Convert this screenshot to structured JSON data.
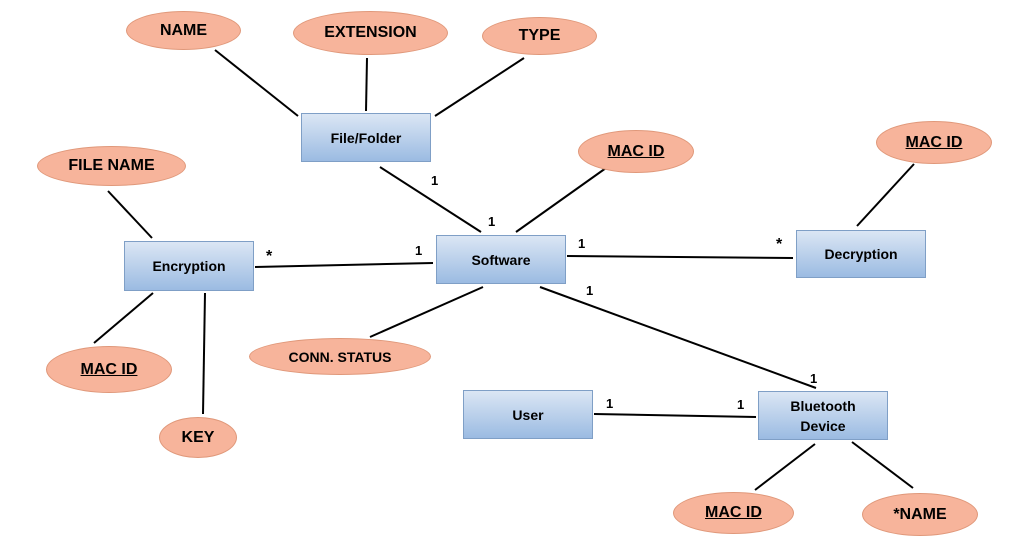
{
  "entities": {
    "file_folder": "File/Folder",
    "software": "Software",
    "encryption": "Encryption",
    "decryption": "Decryption",
    "user": "User",
    "bluetooth_line1": "Bluetooth",
    "bluetooth_line2": "Device"
  },
  "attributes": {
    "name": "NAME",
    "extension": "EXTENSION",
    "type": "TYPE",
    "file_name": "FILE NAME",
    "mac_id_software": "MAC ID",
    "mac_id_decryption": "MAC ID",
    "mac_id_encryption": "MAC ID",
    "key": "KEY",
    "conn_status": "CONN. STATUS",
    "mac_id_bluetooth": "MAC ID",
    "star_name": "*NAME"
  },
  "cardinalities": {
    "file_folder_software_a": "1",
    "file_folder_software_b": "1",
    "software_encryption_sw": "1",
    "software_encryption_enc": "*",
    "software_decryption_sw": "1",
    "software_decryption_dec": "*",
    "software_bluetooth_sw": "1",
    "software_bluetooth_bt": "1",
    "user_bluetooth_user": "1",
    "user_bluetooth_bt": "1"
  },
  "colors": {
    "entity_fill_top": "#dbe6f4",
    "entity_fill_bottom": "#9bbbe2",
    "entity_border": "#7f9fc6",
    "attribute_fill": "#f7b49b",
    "attribute_border": "#e0987a",
    "line": "#000000"
  }
}
